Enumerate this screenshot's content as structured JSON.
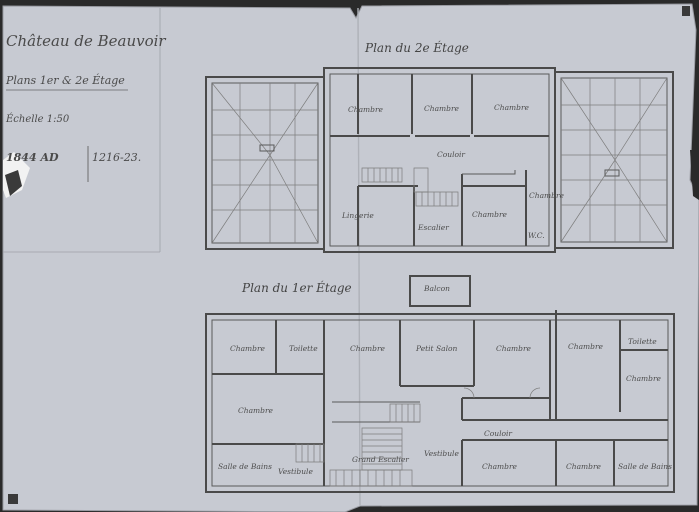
{
  "header": {
    "chateau": "Château de Beauvoir",
    "plans": "Plans 1er & 2e Étage",
    "scale": "Échelle 1:50",
    "ref_code": "1844 AD",
    "ref_number": "1216-23."
  },
  "second_floor": {
    "title": "Plan du 2e Étage",
    "rooms": [
      "Chambre",
      "Chambre",
      "Chambre",
      "Couloir",
      "Chambre",
      "Lingerie",
      "Escalier",
      "Chambre",
      "W.C."
    ]
  },
  "first_floor": {
    "title": "Plan du 1er Étage",
    "rooms": [
      "Balcon",
      "Chambre",
      "Toilette",
      "Chambre",
      "Petit Salon",
      "Chambre",
      "Chambre",
      "Toilette",
      "Chambre",
      "Chambre",
      "Couloir",
      "Salle de Bains",
      "Vestibule",
      "Grand Escalier",
      "Vestibule",
      "Chambre",
      "Chambre",
      "Salle de Bains"
    ]
  },
  "colors": {
    "paper": "#c9ccd3",
    "ink": "#4a4a4a",
    "background": "#2a2a2a"
  }
}
